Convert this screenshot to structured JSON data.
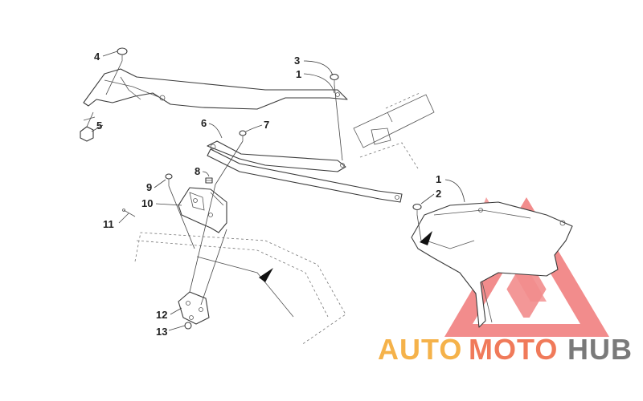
{
  "callouts": [
    {
      "id": "c1a",
      "label": "1"
    },
    {
      "id": "c1b",
      "label": "1"
    },
    {
      "id": "c2",
      "label": "2"
    },
    {
      "id": "c3",
      "label": "3"
    },
    {
      "id": "c4",
      "label": "4"
    },
    {
      "id": "c5",
      "label": "5"
    },
    {
      "id": "c6",
      "label": "6"
    },
    {
      "id": "c7",
      "label": "7"
    },
    {
      "id": "c8",
      "label": "8"
    },
    {
      "id": "c9",
      "label": "9"
    },
    {
      "id": "c10",
      "label": "10"
    },
    {
      "id": "c11",
      "label": "11"
    },
    {
      "id": "c12",
      "label": "12"
    },
    {
      "id": "c13",
      "label": "13"
    }
  ],
  "watermark": {
    "part1": "AUTO",
    "part2": "MOTO",
    "part3": "HUB",
    "colors": {
      "auto": "#f5b24a",
      "moto": "#f07a5a",
      "hub": "#7a7a7a",
      "triangle": "#f07070"
    }
  }
}
